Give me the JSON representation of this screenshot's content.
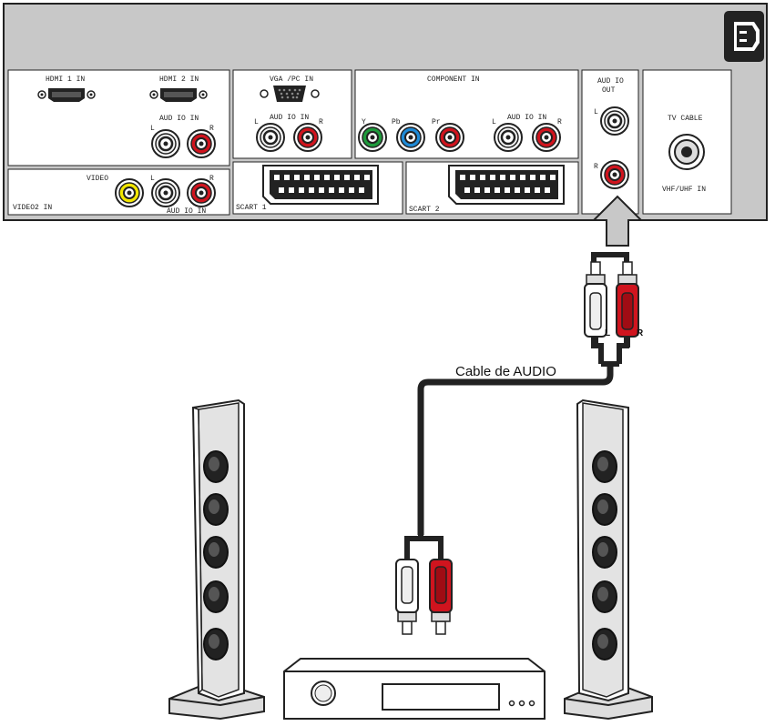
{
  "panel": {
    "hdmi1": "HDMI 1 IN",
    "hdmi2": "HDMI 2 IN",
    "audio_in_1": "AUD IO IN",
    "audio_in_1_l": "L",
    "audio_in_1_r": "R",
    "vga": "VGA /PC IN",
    "audio_in_2": "AUD IO IN",
    "audio_in_2_l": "L",
    "audio_in_2_r": "R",
    "component": "COMPONENT IN",
    "comp_y": "Y",
    "comp_pb": "Pb",
    "comp_pr": "Pr",
    "audio_in_3": "AUD IO IN",
    "audio_in_3_l": "L",
    "audio_in_3_r": "R",
    "audio_out_line1": "AUD IO",
    "audio_out_line2": "OUT",
    "audio_out_l": "L",
    "audio_out_r": "R",
    "tv_cable": "TV CABLE",
    "vhf_uhf": "VHF/UHF IN",
    "video": "VIDEO",
    "video_l": "L",
    "video_r": "R",
    "video2": "VIDEO2 IN",
    "audio_in_4": "AUD IO IN",
    "scart1": "SCART 1",
    "scart2": "SCART 2"
  },
  "cable": {
    "label": "Cable de AUDIO",
    "plug_l": "L",
    "plug_r": "R"
  },
  "colors": {
    "red": "#d0141e",
    "yellow": "#f2e600",
    "green": "#1f9a3c",
    "blue": "#1e8ad6",
    "white": "#f4f4f4",
    "panel": "#c8c8c8"
  }
}
